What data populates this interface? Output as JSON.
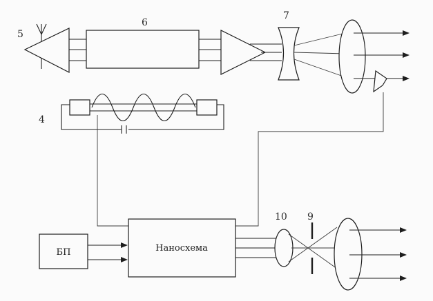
{
  "labels": {
    "five": "5",
    "six": "6",
    "seven": "7",
    "four": "4",
    "ten": "10",
    "nine": "9"
  },
  "blocks": {
    "power_supply": "БП",
    "nanocircuit": "Наносхема"
  },
  "colors": {
    "ink": "#1e1e1e",
    "paper": "#fbfbfb"
  }
}
